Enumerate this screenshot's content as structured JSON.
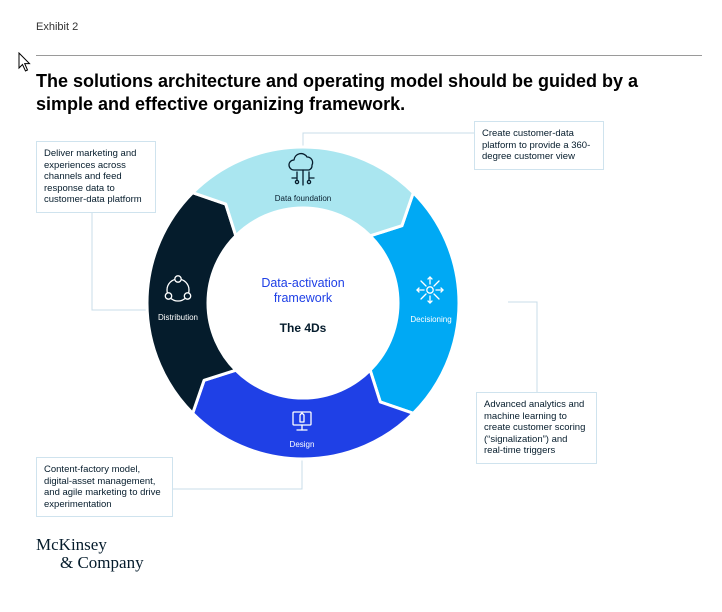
{
  "header": {
    "exhibit": "Exhibit 2",
    "title": "The solutions architecture and operating model should be guided by a simple and effective organizing framework."
  },
  "framework": {
    "title_line1": "Data-activation",
    "title_line2": "framework",
    "subtitle": "The 4Ds"
  },
  "segments": [
    {
      "label": "Data foundation",
      "color": "#aae6f0",
      "icon": "cloud-network-icon"
    },
    {
      "label": "Decisioning",
      "color": "#00a9f4",
      "icon": "arrows-hub-icon"
    },
    {
      "label": "Design",
      "color": "#1f40e6",
      "icon": "monitor-pen-icon"
    },
    {
      "label": "Distribution",
      "color": "#051c2c",
      "icon": "share-nodes-icon"
    }
  ],
  "callouts": {
    "data_foundation": "Create customer-data platform to provide a 360-degree customer view",
    "decisioning": "Advanced analytics and machine learning to create customer scoring (“signalization”) and real-time triggers",
    "design": "Content-factory model, digital-asset management, and agile marketing to drive experimentation",
    "distribution": "Deliver marketing and experiences across channels and feed response data to customer-data platform"
  },
  "footer": {
    "logo_line1": "McKinsey",
    "logo_line2": "& Company"
  }
}
